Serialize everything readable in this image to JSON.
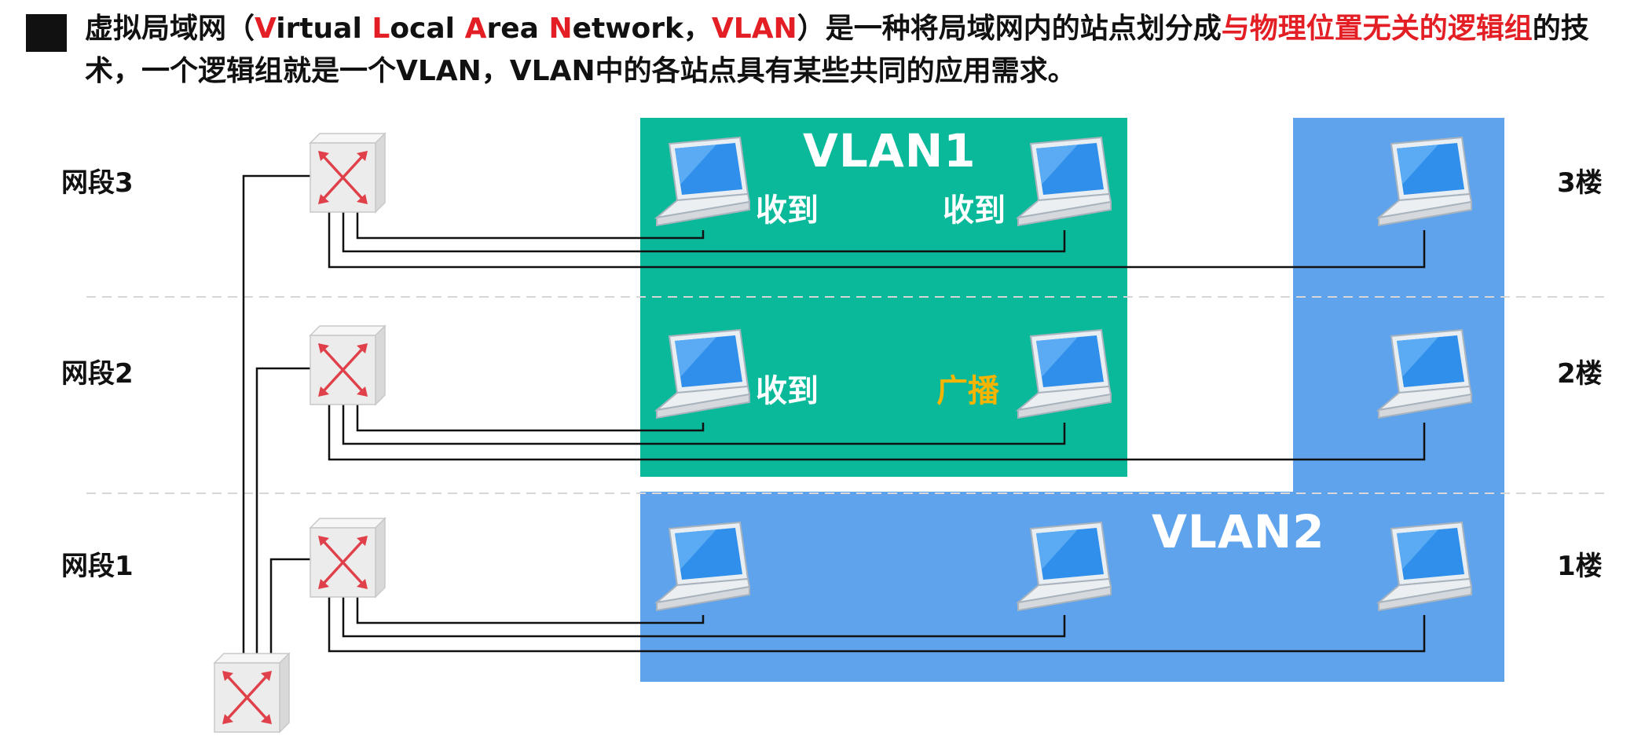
{
  "intro": {
    "p1": "虚拟局域网（",
    "v": "V",
    "p2": "irtual ",
    "l": "L",
    "p3": "ocal ",
    "a": "A",
    "p4": "rea ",
    "n": "N",
    "p5": "etwork，",
    "vlan": "VLAN",
    "p6": "）是一种将局域网内的站点划分成",
    "hl1": "与物理位置无关的逻辑",
    "hl2": "组",
    "p7": "的技术，一个逻辑组就是一个VLAN，VLAN中的各站点具有某些共同的应用需求。"
  },
  "segments": [
    "网段3",
    "网段2",
    "网段1"
  ],
  "floors": [
    "3楼",
    "2楼",
    "1楼"
  ],
  "vlans": {
    "vlan1": "VLAN1",
    "vlan2": "VLAN2"
  },
  "status": {
    "received": "收到",
    "broadcast": "广播"
  },
  "colors": {
    "vlan1": "#0ab99a",
    "vlan2": "#5ea3eb",
    "highlight": "#e31e24",
    "broadcast": "#f5b400"
  },
  "icons": [
    "switch-icon",
    "laptop-icon"
  ]
}
